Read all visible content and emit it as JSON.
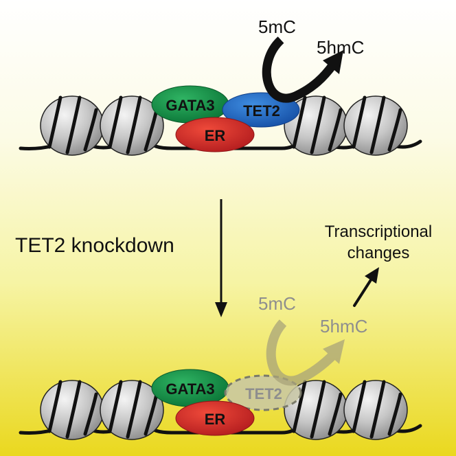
{
  "colors": {
    "gata3": "#139146",
    "tet2": "#2166c0",
    "tet2_faded": "#c8c7a4",
    "er": "#d62a28",
    "nucleosome": "#c9c9c9",
    "dna": "#111111",
    "faded_text": "#8e8e8e",
    "faded_arrow": "#a9a47a"
  },
  "top": {
    "gata3_label": "GATA3",
    "tet2_label": "TET2",
    "er_label": "ER",
    "from_mark": "5mC",
    "to_mark": "5hmC"
  },
  "transition": {
    "label": "TET2 knockdown"
  },
  "bottom": {
    "gata3_label": "GATA3",
    "tet2_label": "TET2",
    "er_label": "ER",
    "from_mark": "5mC",
    "to_mark": "5hmC",
    "outcome_line1": "Transcriptional",
    "outcome_line2": "changes"
  }
}
